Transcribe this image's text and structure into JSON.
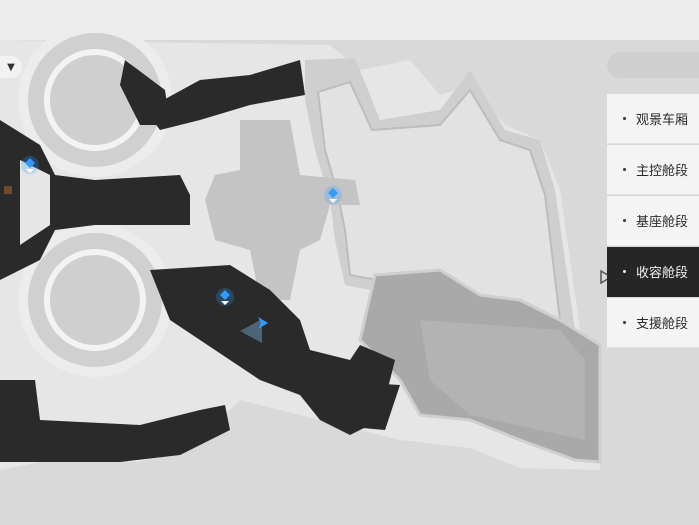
{
  "map": {
    "filter_dropdown_icon": "chevron-down-icon",
    "markers": [
      {
        "kind": "space-anchor",
        "icon": "space-anchor-icon",
        "color": "#2f9bff"
      },
      {
        "kind": "space-anchor",
        "icon": "space-anchor-icon",
        "color": "#2f9bff"
      },
      {
        "kind": "space-anchor",
        "icon": "space-anchor-icon",
        "color": "#2f9bff"
      },
      {
        "kind": "player",
        "icon": "player-arrow-icon",
        "color": "#2f9bff"
      }
    ]
  },
  "region_panel": {
    "header_label": "",
    "items": [
      {
        "label": "观景车厢",
        "active": false
      },
      {
        "label": "主控舱段",
        "active": false
      },
      {
        "label": "基座舱段",
        "active": false
      },
      {
        "label": "收容舱段",
        "active": true
      },
      {
        "label": "支援舱段",
        "active": false
      }
    ],
    "active_color": "#262626"
  }
}
